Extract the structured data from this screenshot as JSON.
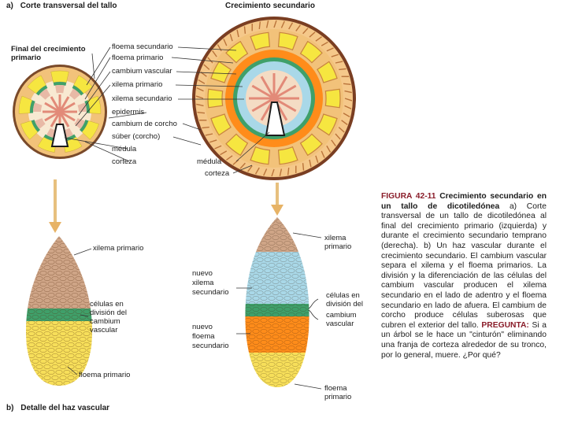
{
  "panel_a": {
    "letter": "a)",
    "title": "Corte transversal del tallo",
    "right_title": "Crecimiento secundario",
    "left_title_line1": "Final del crecimiento",
    "left_title_line2": "primario",
    "labels": [
      "floema secundario",
      "floema primario",
      "cambium vascular",
      "xilema primario",
      "xilema secundario",
      "epidermis",
      "cambium de corcho",
      "súber (corcho)",
      "médula",
      "corteza"
    ],
    "right_medula": "médula",
    "right_corteza": "corteza"
  },
  "panel_b": {
    "letter": "b)",
    "title": "Detalle del haz vascular",
    "left": {
      "xilema_primario": "xilema primario",
      "cambium_l1": "células en",
      "cambium_l2": "división del",
      "cambium_l3": "cambium",
      "cambium_l4": "vascular",
      "floema_primario": "floema primario"
    },
    "right": {
      "xilema_l1": "xilema",
      "xilema_l2": "primario",
      "nuevo_xilema_l1": "nuevo",
      "nuevo_xilema_l2": "xilema",
      "nuevo_xilema_l3": "secundario",
      "cambium_l1": "células en",
      "cambium_l2": "división del",
      "cambium_l3": "cambium",
      "cambium_l4": "vascular",
      "nuevo_floema_l1": "nuevo",
      "nuevo_floema_l2": "floema",
      "nuevo_floema_l3": "secundario",
      "floema_l1": "floema",
      "floema_l2": "primario"
    }
  },
  "caption": {
    "figure_label": "FIGURA 42-11",
    "figure_title": "Crecimiento secundario en un tallo de dicotiledónea",
    "body": "a) Corte transversal de un tallo de dicotiledónea al final del crecimiento primario (izquierda) y durante el crecimiento secundario temprano (derecha). b) Un haz vascular durante el crecimiento secundario. El cambium vascular separa el xilema y el floema primarios. La división y la diferenciación de las células del cambium vascular producen el xilema secundario en el lado de adentro y el floema secundario en lado de afuera. El cambium de corcho produce células suberosas que cubren el exterior del tallo.",
    "question_label": "PREGUNTA:",
    "question": "Si a un árbol se le hace un \"cinturón\" eliminando una franja de corteza alrededor de su tronco, por lo general, muere. ¿Por qué?"
  },
  "colors": {
    "corteza": "#f2c27a",
    "epidermis": "#6b3a1a",
    "suber": "#c8843f",
    "floema": "#f6e640",
    "cambium": "#3fa06a",
    "xilema_primario": "#e8b9a6",
    "xilema_secundario": "#ff8c1a",
    "medula": "#f4dcc4",
    "azul": "#a9d8e8",
    "xilema_haz": "#cfa587"
  }
}
